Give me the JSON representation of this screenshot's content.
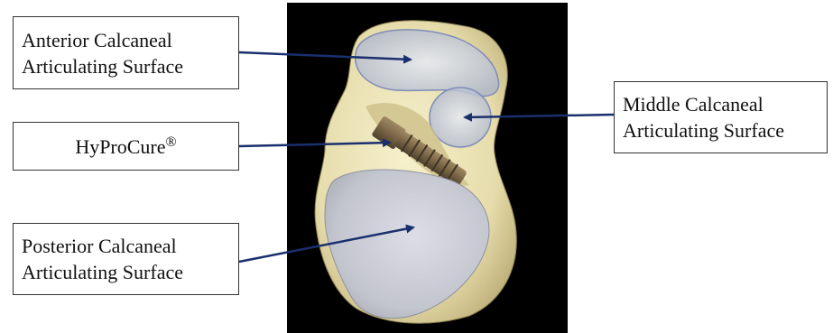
{
  "labels": {
    "anterior": {
      "line1": "Anterior Calcaneal",
      "line2": "Articulating Surface"
    },
    "hyprocure": {
      "name": "HyProCure",
      "mark": "®"
    },
    "posterior": {
      "line1": "Posterior Calcaneal",
      "line2": "Articulating Surface"
    },
    "middle": {
      "line1": "Middle Calcaneal",
      "line2": "Articulating Surface"
    }
  },
  "colors": {
    "background": "#ffffff",
    "panel": "#000000",
    "bone": "#e8dfb0",
    "cartilage": "#c9ccd4",
    "implant": "#7a6a50",
    "arrow": "#1a2f6e"
  }
}
